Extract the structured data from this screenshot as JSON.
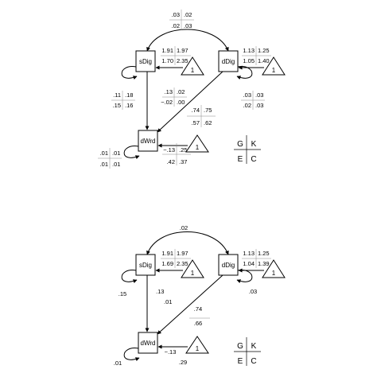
{
  "panels": [
    {
      "id": "top",
      "nodes": {
        "sdig": "sDig",
        "ddig": "dDig",
        "dwrd": "dWrd"
      },
      "constant": "1",
      "cov_sdig_ddig": [
        ".03",
        ".02",
        ".02",
        ".03"
      ],
      "sdig_mean": [
        [
          "1.91",
          "1.97"
        ],
        [
          "1.70",
          "2.35"
        ]
      ],
      "ddig_mean": [
        [
          "1.13",
          "1.25"
        ],
        [
          "1.05",
          "1.40"
        ]
      ],
      "sdig_var": [
        ".11",
        ".18",
        ".15",
        ".16"
      ],
      "ddig_var": [
        ".03",
        ".03",
        ".02",
        ".03"
      ],
      "dwrd_var": [
        ".01",
        ".01",
        ".01",
        ".01"
      ],
      "path_sdig_dwrd": [
        ".13",
        ".02",
        "−.02",
        ".00"
      ],
      "path_ddig_dwrd": [
        ".74",
        ".75",
        ".57",
        ".62"
      ],
      "dwrd_mean": [
        "−.13",
        ".25",
        ".42",
        ".37"
      ],
      "key": [
        "G",
        "K",
        "E",
        "C"
      ]
    },
    {
      "id": "bottom",
      "nodes": {
        "sdig": "sDig",
        "ddig": "dDig",
        "dwrd": "dWrd"
      },
      "constant": "1",
      "cov_sdig_ddig": ".02",
      "sdig_mean": [
        [
          "1.91",
          "1.97"
        ],
        [
          "1.69",
          "2.35"
        ]
      ],
      "ddig_mean": [
        [
          "1.13",
          "1.25"
        ],
        [
          "1.04",
          "1.39"
        ]
      ],
      "sdig_var": ".15",
      "ddig_var": ".03",
      "dwrd_var": ".01",
      "path_sdig_dwrd": [
        ".13",
        ".01"
      ],
      "path_ddig_dwrd": [
        ".74",
        ".66"
      ],
      "dwrd_mean": [
        "−.13",
        ".29"
      ],
      "key": [
        "G",
        "K",
        "E",
        "C"
      ]
    }
  ]
}
